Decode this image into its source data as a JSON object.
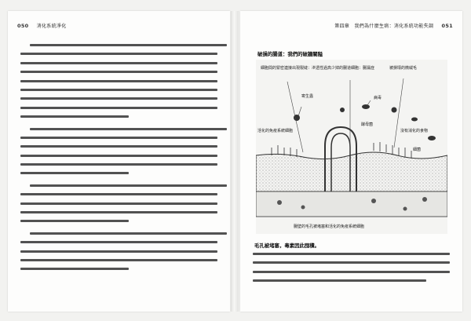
{
  "left_page": {
    "page_number": "050",
    "running_head": "消化系統淨化"
  },
  "right_page": {
    "page_number": "051",
    "running_head": "第四章　我們為什麼生病：消化系統功能失調",
    "figure": {
      "title": "破損的腸道：我們的破牆關隘",
      "labels": {
        "top_left": "細胞間的緊密連接出現裂縫：滲透性過高",
        "top_center": "少掉的腸道細胞：腸漏症",
        "top_right": "被損壞的微絨毛",
        "virus": "病毒",
        "parasite": "寄生蟲",
        "activated_immune": "活化的免疫系統細胞",
        "yeast": "酵母菌",
        "undigested_food": "沒有消化的食物",
        "bacteria": "細菌",
        "bottom": "腸壁的毛孔被堵塞和活化的免疫系統細胞"
      }
    },
    "subheading": "毛孔被堵塞，毒素因此囤積。"
  },
  "colors": {
    "paper": "#fdfdfc",
    "ink": "#222222",
    "stipple": "#bdbdbd"
  }
}
